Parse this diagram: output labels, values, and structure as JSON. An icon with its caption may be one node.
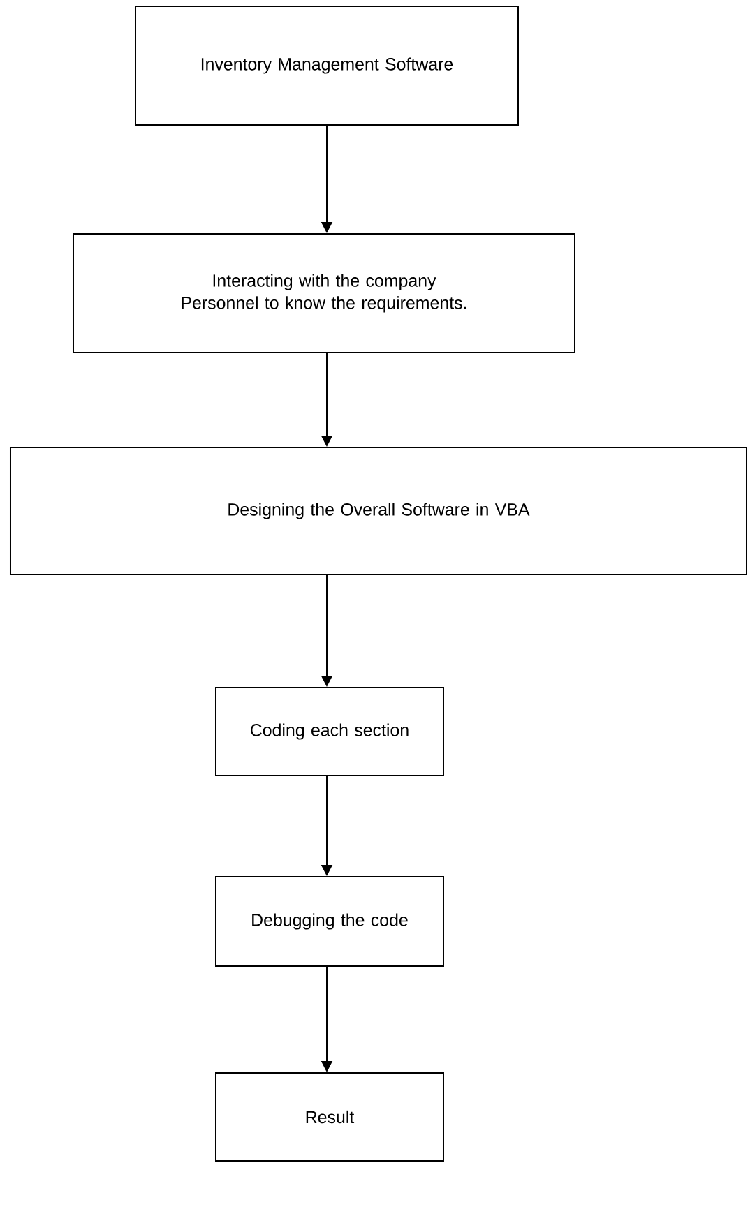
{
  "diagram": {
    "nodes": [
      {
        "text": [
          "Inventory Management Software"
        ]
      },
      {
        "text": [
          "Interacting with the company Personnel to know the requirements."
        ]
      },
      {
        "text": [
          "Designing the Overall Software in VBA"
        ]
      },
      {
        "text": [
          "Coding each section"
        ]
      },
      {
        "text": [
          "Debugging the code"
        ]
      },
      {
        "text": [
          "Result"
        ]
      }
    ],
    "edges": [
      {
        "from": 0,
        "to": 1,
        "arrow": "to"
      },
      {
        "from": 1,
        "to": 2,
        "arrow": "to"
      },
      {
        "from": 2,
        "to": 3,
        "arrow": "to"
      },
      {
        "from": 3,
        "to": 4,
        "arrow": "to"
      },
      {
        "from": 4,
        "to": 5,
        "arrow": "to"
      }
    ]
  }
}
